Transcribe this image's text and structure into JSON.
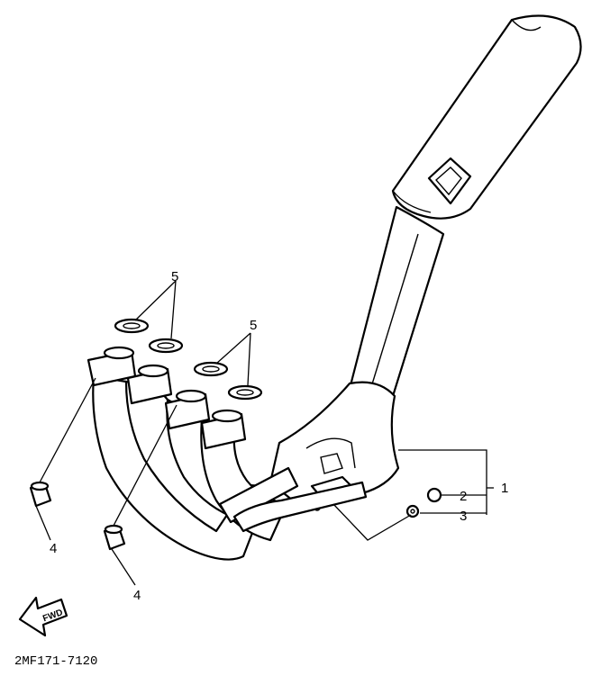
{
  "callouts": {
    "c1": "1",
    "c2": "2",
    "c3": "3",
    "c4a": "4",
    "c4b": "4",
    "c5a": "5",
    "c5b": "5"
  },
  "fwd_label": "FWD",
  "part_code": "2MF171-7120",
  "icons": {
    "fwd_arrow": "fwd-arrow-icon"
  }
}
